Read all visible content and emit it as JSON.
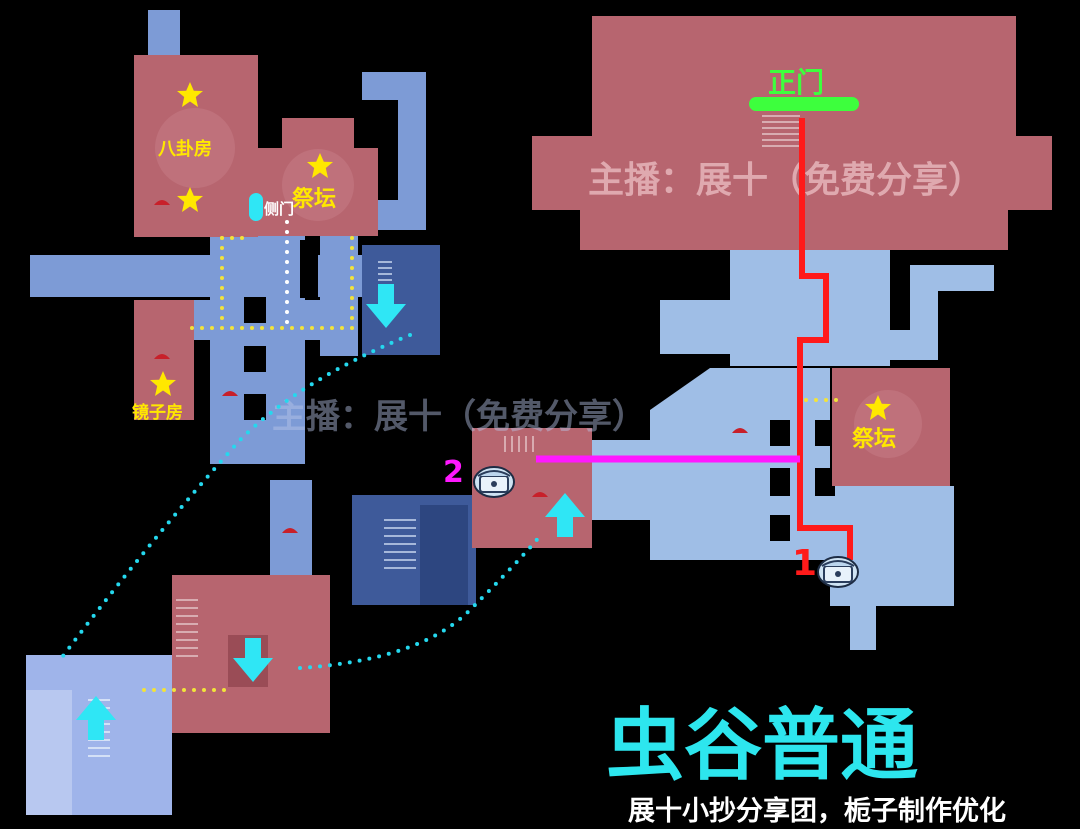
{
  "map": {
    "title": "虫谷普通",
    "credit": "展十小抄分享团，栀子制作优化",
    "watermark_top": "主播：展十（免费分享）",
    "watermark_mid": "主播：展十（免费分享）",
    "labels": {
      "bagua_room": "八卦房",
      "altar_left": "祭坛",
      "side_door": "侧门",
      "mirror_room": "镜子房",
      "main_gate": "正门",
      "altar_right": "祭坛",
      "step_1": "1",
      "step_2": "2"
    },
    "colors": {
      "room_red": "#b7656f",
      "room_blue": "#7d9bd6",
      "room_blue_light": "#9fbee6",
      "room_blue_dark": "#3e5a9a",
      "title_cyan": "#2de6ee",
      "route_red": "#ff1a1a",
      "route_magenta": "#ff18ff",
      "gate_green": "#3dff3d",
      "star_yellow": "#ffe800",
      "dotted_cyan": "#25d8ee",
      "dotted_yellow": "#f2e33a"
    },
    "icons": [
      "star-icon",
      "treasure-chest-icon",
      "down-arrow-icon",
      "up-arrow-icon"
    ]
  }
}
